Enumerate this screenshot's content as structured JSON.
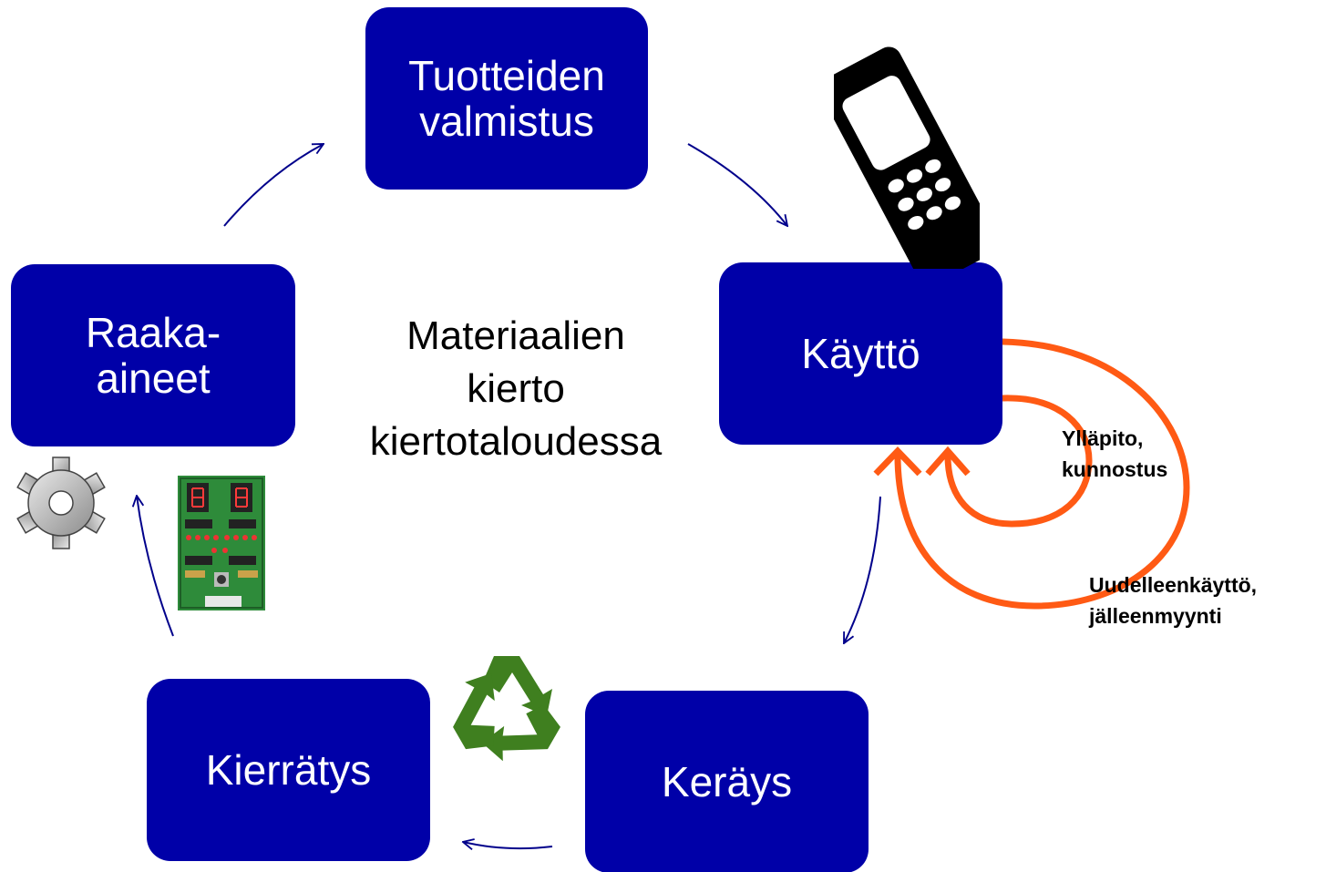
{
  "diagram": {
    "center_label": "Materiaalien\nkierto\nkiertotaloudessa",
    "nodes": {
      "production": "Tuotteiden\nvalmistus",
      "raw_materials": "Raaka-\naineet",
      "use": "Käyttö",
      "recycling": "Kierrätys",
      "collection": "Keräys"
    },
    "loop_labels": {
      "maintenance": "Ylläpito,\nkunnostus",
      "reuse": "Uudelleenkäyttö,\njälleenmyynti"
    }
  },
  "colors": {
    "node_fill": "#0000a8",
    "node_text": "#ffffff",
    "arrow": "#00008b",
    "loop": "#ff5a14",
    "recycle_icon": "#3f7f1f",
    "circuit_board": "#2e8b3a"
  },
  "icons": [
    "mobile-phone-icon",
    "gear-icon",
    "circuit-board-icon",
    "recycle-icon"
  ]
}
